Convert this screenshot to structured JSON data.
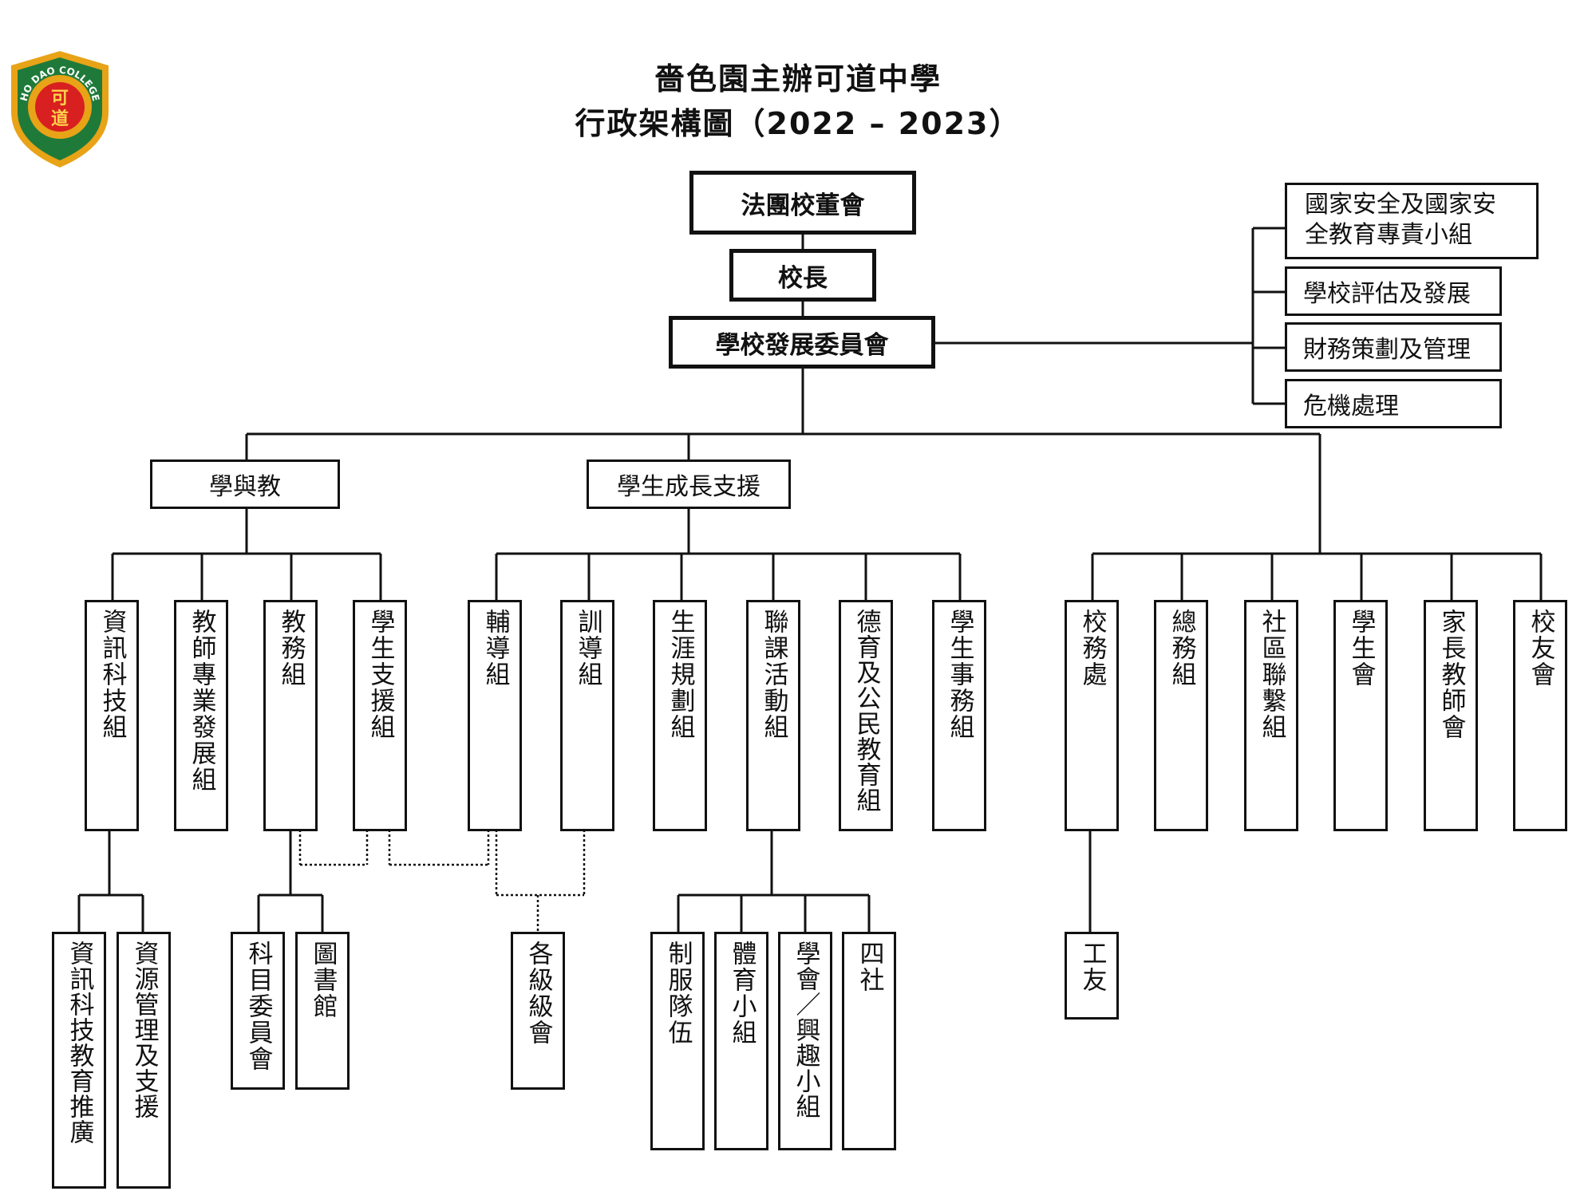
{
  "header": {
    "title_line1": "嗇色園主辦可道中學",
    "title_line2": "行政架構圖（2022 – 2023）",
    "logo_text": "HO DAO COLLEGE",
    "logo_glyphs": "可道"
  },
  "top_chain": {
    "board": "法團校董會",
    "principal": "校長",
    "development_committee": "學校發展委員會"
  },
  "committees": [
    {
      "line1": "國家安全及國家安",
      "line2": "全教育專責小組"
    },
    {
      "line1": "學校評估及發展"
    },
    {
      "line1": "財務策劃及管理"
    },
    {
      "line1": "危機處理"
    }
  ],
  "divisions": {
    "learning_teaching": "學與教",
    "student_support": "學生成長支援"
  },
  "groups": {
    "it": "資訊科技組",
    "teacher_dev": "教師專業發展組",
    "academic": "教務組",
    "student_support_group": "學生支援組",
    "guidance": "輔導組",
    "discipline": "訓導組",
    "career": "生涯規劃組",
    "ecas": "聯課活動組",
    "moral_civic": "德育及公民教育組",
    "student_affairs": "學生事務組",
    "school_office": "校務處",
    "general_affairs": "總務組",
    "community": "社區聯繫組",
    "student_union": "學生會",
    "pta": "家長教師會",
    "alumni": "校友會"
  },
  "subgroups": {
    "it_promotion": "資訊科技教育推廣",
    "resource_mgmt": "資源管理及支援",
    "subject_committee": "科目委員會",
    "library": "圖書館",
    "form_level": "各級級會",
    "uniform": "制服隊伍",
    "sports": "體育小組",
    "clubs": "學會／興趣小組",
    "houses": "四社",
    "janitor": "工友"
  },
  "colors": {
    "line": "#111111",
    "logo_gold": "#e8a317",
    "logo_green": "#1f7a3a",
    "logo_red": "#d82020"
  }
}
